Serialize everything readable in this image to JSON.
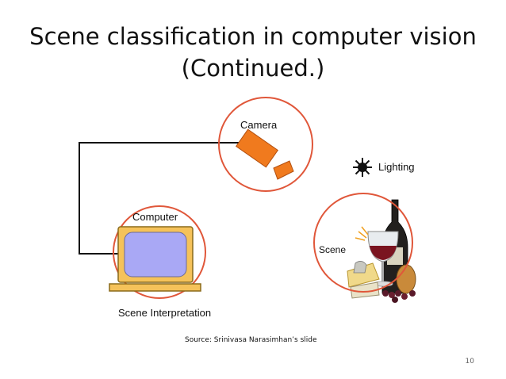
{
  "slide": {
    "title_line1": "Scene classiﬁcation in computer vision",
    "title_line2": "(Continued.)",
    "source": "Source: Srinivasa Narasimhan’s slide",
    "page_number": "10"
  },
  "diagram": {
    "camera_label": "Camera",
    "lighting_label": "Lighting",
    "computer_label": "Computer",
    "scene_label": "Scene",
    "interpretation_label": "Scene Interpretation"
  },
  "colors": {
    "circle_stroke": "#e0573a",
    "camera_fill": "#f07a1e",
    "monitor_frame": "#f5c25a",
    "monitor_screen": "#a9a8f5",
    "wire": "#111111"
  }
}
